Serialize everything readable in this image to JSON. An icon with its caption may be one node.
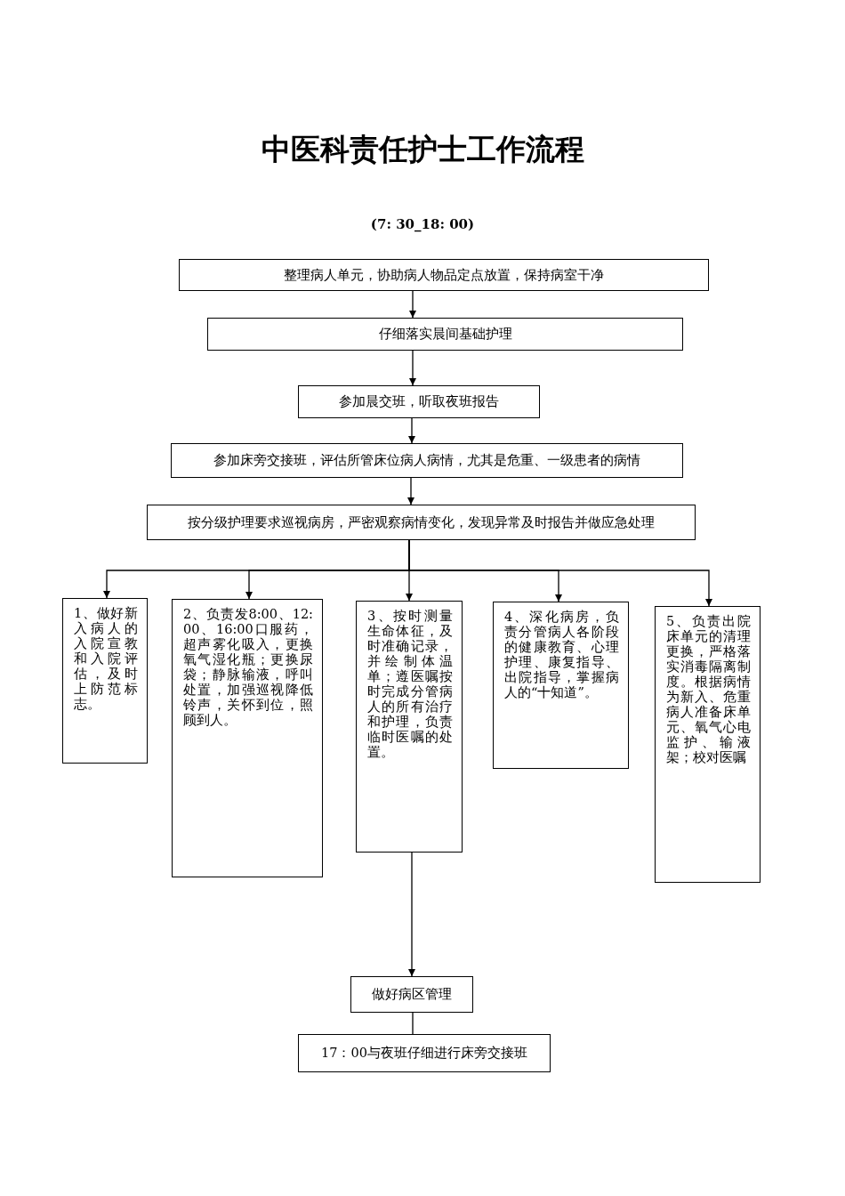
{
  "diagram": {
    "title": "中医科责任护士工作流程",
    "nodes": [
      {
        "text": [
          "整理病人单元，协助病人物品定点放置，保持病室干净"
        ]
      },
      {
        "text": [
          "仔细落实晨间基础护理"
        ]
      },
      {
        "text": [
          "参加晨交班，听取夜班报告"
        ]
      },
      {
        "text": [
          "参加床旁交接班，评估所管床位病人病情，尤其是危重、一级患者的病情"
        ]
      },
      {
        "text": [
          "按分级护理要求巡视病房，严密观察病情变化，发现异常及时报告并做应急处理"
        ]
      },
      {
        "text": [
          "1、做好新入病人的入院宣教和入院评估，及时上防范标志。"
        ]
      },
      {
        "text": [
          "2、负责发8:00、12:00、16:00口服药，超声雾化吸入，更换氧气湿化瓶；更换尿袋；静脉输液，呼叫处置，加强巡视降低铃声，关怀到位，照顾到人。"
        ]
      },
      {
        "text": [
          "3、按时测量生命体征，及时准确记录，并绘制体温单；遵医嘱按时完成分管病人的所有治疗和护理，负责临时医嘱的处置。"
        ]
      },
      {
        "text": [
          "4、深化病房，负责分管病人各阶段的健康教育、心理护理、康复指导、出院指导，掌握病人的“十知道”。"
        ]
      },
      {
        "text": [
          "5、负责出院床单元的清理更换，严格落实消毒隔离制度。根据病情为新入、危重病人准备床单元、氧气心电监护、输液架；校对医嘱"
        ]
      },
      {
        "text": [
          "做好病区管理"
        ]
      },
      {
        "text": [
          "17：00与夜班仔细进行床旁交接班"
        ]
      }
    ],
    "edges": [
      {
        "from": 0,
        "to": 1,
        "arrow": "to"
      },
      {
        "from": 1,
        "to": 2,
        "arrow": "to"
      },
      {
        "from": 2,
        "to": 3,
        "arrow": "to"
      },
      {
        "from": 3,
        "to": 4,
        "arrow": "to"
      },
      {
        "from": 4,
        "to": 5,
        "arrow": "to"
      },
      {
        "from": 4,
        "to": 6,
        "arrow": "to"
      },
      {
        "from": 4,
        "to": 7,
        "arrow": "to"
      },
      {
        "from": 4,
        "to": 8,
        "arrow": "to"
      },
      {
        "from": 4,
        "to": 9,
        "arrow": "to"
      },
      {
        "from": 7,
        "to": 10,
        "arrow": "to"
      },
      {
        "from": 10,
        "to": 11,
        "arrow": "none"
      }
    ],
    "labels": [
      "(7: 30_18: 00)"
    ]
  }
}
